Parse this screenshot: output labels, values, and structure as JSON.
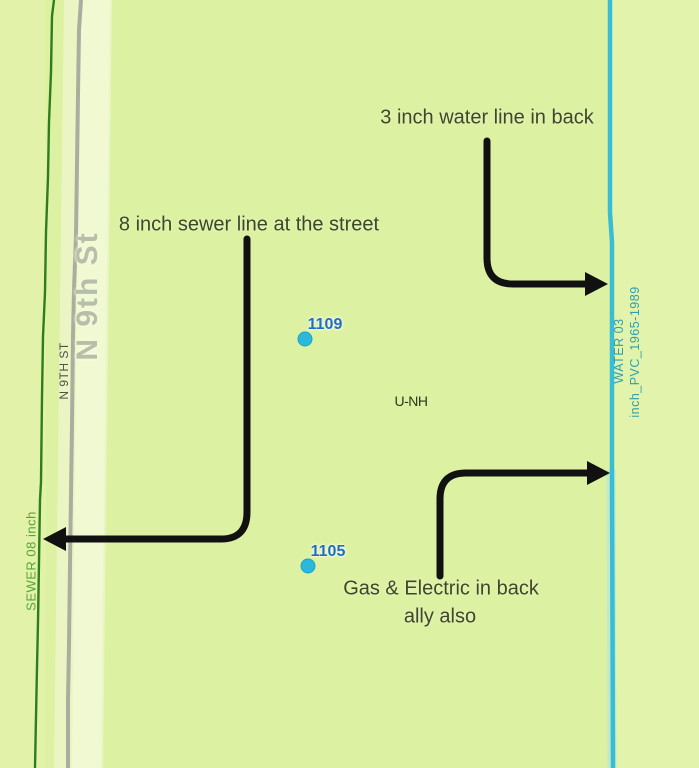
{
  "colors": {
    "map_background": "#ddf1a2",
    "street_fill": "#ebf5c3",
    "street_highlight": "#f1f9d2",
    "street_centerline": "#a9aea0",
    "sewer_line": "#2f7d1e",
    "water_line": "#39bdd4",
    "annotation_ink": "#111111",
    "annotation_text": "#3d472c",
    "address_text": "#1d6fc3",
    "address_dot": "#2db7d8",
    "water_label_text": "#2d9fb2",
    "sewer_label_text": "#55a23a",
    "street_label_large_text": "#b7bfa9",
    "street_label_small_text": "#4b524c"
  },
  "street": {
    "label_large": "N 9th St",
    "label_small": "N 9TH ST"
  },
  "utility_lines": {
    "sewer": {
      "label": "SEWER 08 inch"
    },
    "water": {
      "label_line1": "WATER 03",
      "label_line2": "inch_PVC_1965-1989"
    }
  },
  "parcel": {
    "label": "U-NH"
  },
  "address_points": [
    {
      "id": "1109"
    },
    {
      "id": "1105"
    }
  ],
  "annotations": {
    "water_note": "3 inch water line in back",
    "sewer_note": "8 inch sewer line at the street",
    "gas_note_line1": "Gas & Electric in back",
    "gas_note_line2": "ally also"
  }
}
